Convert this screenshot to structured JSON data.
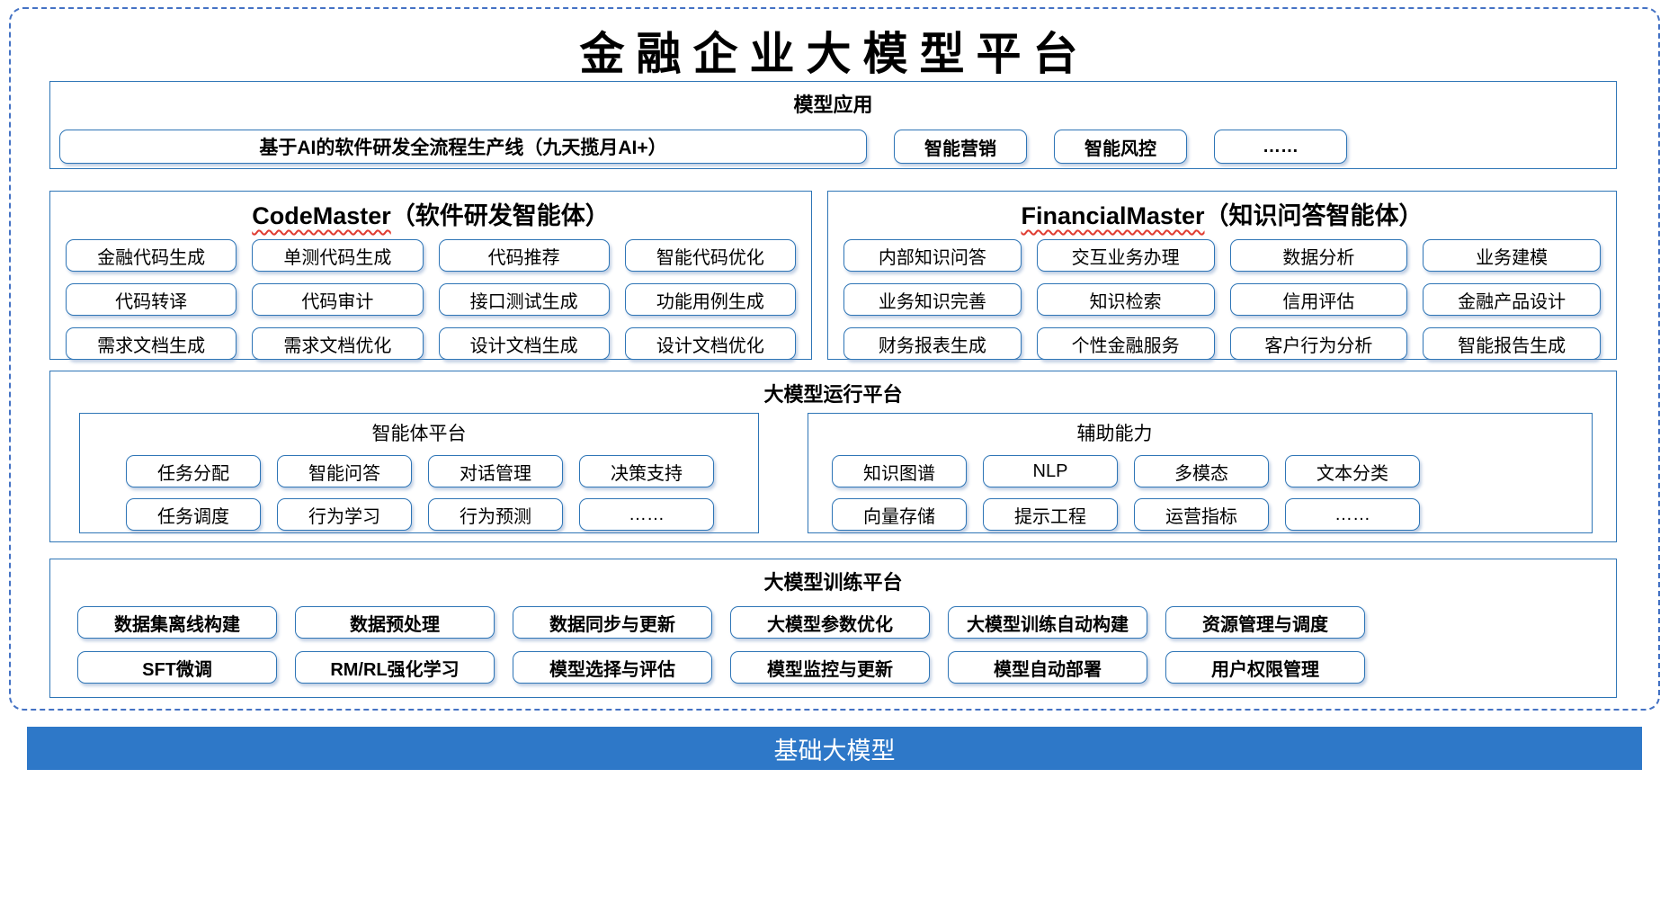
{
  "title": "金融企业大模型平台",
  "colors": {
    "accent_blue": "#2E75B6",
    "dashed_border_blue": "#4472C4",
    "footer_bar_blue": "#2E78C8",
    "spellcheck_red": "#E03C31"
  },
  "model_app": {
    "header": "模型应用",
    "main_item": "基于AI的软件研发全流程生产线（九天揽月AI+）",
    "items": [
      "智能营销",
      "智能风控",
      "……"
    ]
  },
  "code_master": {
    "title_en": "CodeMaster",
    "title_suffix": "（软件研发智能体）",
    "items": [
      "金融代码生成",
      "单测代码生成",
      "代码推荐",
      "智能代码优化",
      "代码转译",
      "代码审计",
      "接口测试生成",
      "功能用例生成",
      "需求文档生成",
      "需求文档优化",
      "设计文档生成",
      "设计文档优化"
    ]
  },
  "financial_master": {
    "title_en": "FinancialMaster",
    "title_suffix": "（知识问答智能体）",
    "items": [
      "内部知识问答",
      "交互业务办理",
      "数据分析",
      "业务建模",
      "业务知识完善",
      "知识检索",
      "信用评估",
      "金融产品设计",
      "财务报表生成",
      "个性金融服务",
      "客户行为分析",
      "智能报告生成"
    ]
  },
  "runtime_platform": {
    "header": "大模型运行平台",
    "agent_platform": {
      "header": "智能体平台",
      "items": [
        "任务分配",
        "智能问答",
        "对话管理",
        "决策支持",
        "任务调度",
        "行为学习",
        "行为预测",
        "……"
      ]
    },
    "auxiliary": {
      "header": "辅助能力",
      "items": [
        "知识图谱",
        "NLP",
        "多模态",
        "文本分类",
        "向量存储",
        "提示工程",
        "运营指标",
        "……"
      ]
    }
  },
  "training_platform": {
    "header": "大模型训练平台",
    "items": [
      "数据集离线构建",
      "数据预处理",
      "数据同步与更新",
      "大模型参数优化",
      "大模型训练自动构建",
      "资源管理与调度",
      "SFT微调",
      "RM/RL强化学习",
      "模型选择与评估",
      "模型监控与更新",
      "模型自动部署",
      "用户权限管理"
    ]
  },
  "footer": {
    "label": "基础大模型"
  }
}
